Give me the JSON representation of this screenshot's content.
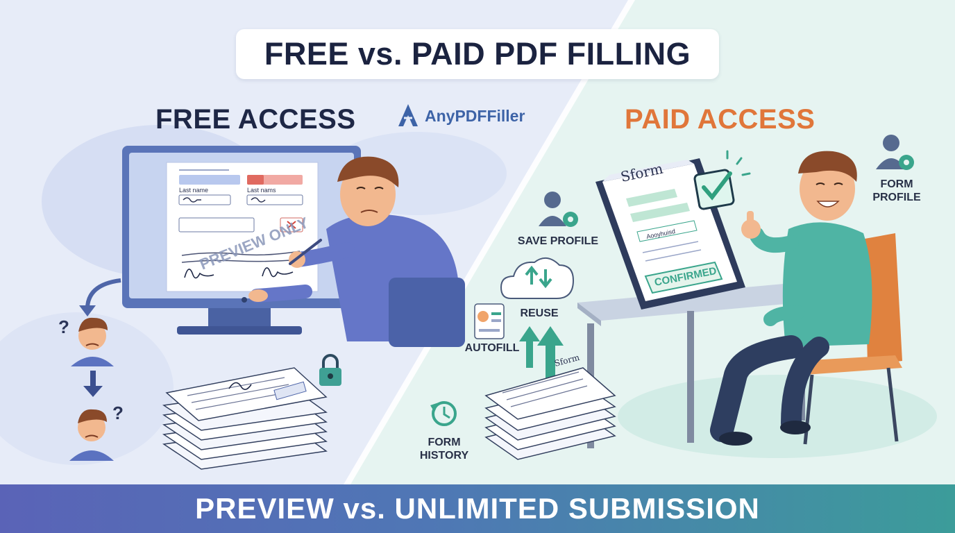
{
  "title": "FREE vs. PAID PDF FILLING",
  "free": {
    "heading": "FREE ACCESS",
    "form_field_labels": [
      "Last name",
      "Last nams"
    ],
    "watermark": "PREVIEW ONLY"
  },
  "brand": {
    "name": "AnyPDFFiller"
  },
  "paid": {
    "heading": "PAID ACCESS",
    "doc_title": "Sform",
    "doc_field_text": "Aooyhuisd",
    "confirmed_stamp": "CONFIRMED",
    "stack_doc_title": "Sform",
    "features": {
      "save_profile": "SAVE PROFILE",
      "form_profile_line1": "FORM",
      "form_profile_line2": "PROFILE",
      "reuse": "REUSE",
      "autofill": "AUTOFILL",
      "form_history_line1": "FORM",
      "form_history_line2": "HISTORY"
    }
  },
  "footer": "PREVIEW vs. UNLIMITED SUBMISSION",
  "colors": {
    "free_bg": "#e7ecf8",
    "paid_bg": "#e6f4f1",
    "dark_text": "#1e2746",
    "paid_accent": "#e0763a",
    "teal": "#3aa58c",
    "blue_monitor": "#5a74b8"
  },
  "icons": [
    "question-mark-icon",
    "down-arrow-icon",
    "lock-icon",
    "user-gear-icon",
    "cloud-icon",
    "history-icon",
    "sparkle-icon",
    "checkbox-check-icon"
  ]
}
